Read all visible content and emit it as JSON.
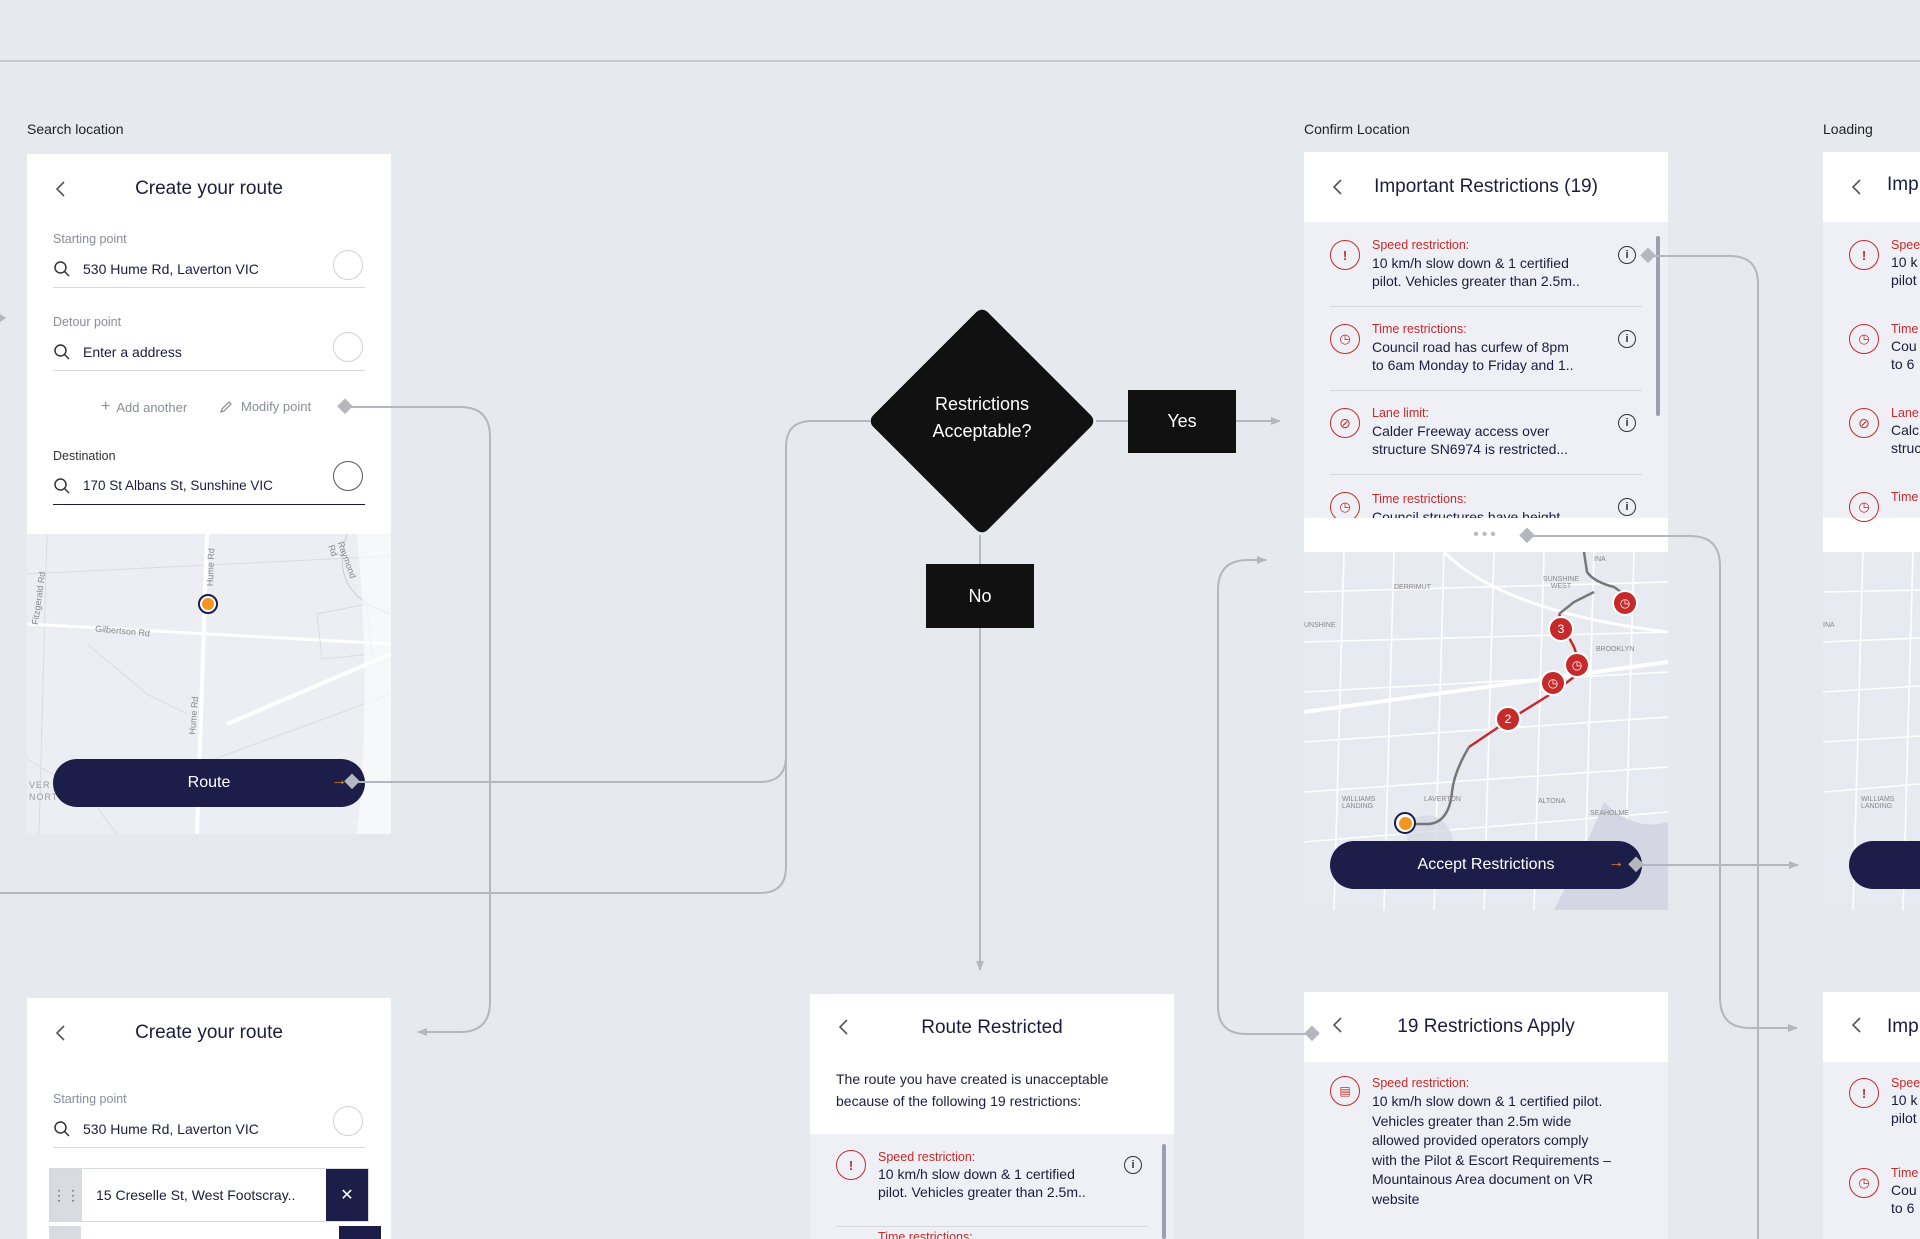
{
  "frames": {
    "search": "Search location",
    "confirm": "Confirm Location",
    "loading": "Loading"
  },
  "card1": {
    "title": "Create your route",
    "start_label": "Starting point",
    "start_value": "530 Hume Rd, Laverton VIC",
    "detour_label": "Detour point",
    "detour_placeholder": "Enter a address",
    "add_another": "Add another",
    "modify_point": "Modify point",
    "dest_label": "Destination",
    "dest_value": "170 St Albans St, Sunshine VIC",
    "route_button": "Route",
    "map_labels": [
      "Fitzgerald Rd",
      "Hume Rd",
      "Gilbertson Rd",
      "Hume Rd",
      "Raymond Rd",
      "VER",
      "NORT"
    ]
  },
  "decision": {
    "question": "Restrictions Acceptable?",
    "yes": "Yes",
    "no": "No"
  },
  "card_restrictions": {
    "title": "Important Restrictions (19)",
    "items": [
      {
        "type": "Speed restriction:",
        "line1": "10 km/h slow down & 1 certified",
        "line2": "pilot. Vehicles greater than 2.5m.."
      },
      {
        "type": "Time restrictions:",
        "line1": "Council road has curfew of 8pm",
        "line2": "to 6am Monday to Friday and 1.."
      },
      {
        "type": "Lane limit:",
        "line1": "Calder Freeway access over",
        "line2": "structure SN6974 is restricted..."
      },
      {
        "type": "Time restrictions:",
        "line1": "Council structures have height",
        "line2": ""
      }
    ],
    "accept_button": "Accept Restrictions",
    "markers": [
      "3",
      "2"
    ],
    "map_labels": [
      "SUNSHINE WEST",
      "DERRIMUT",
      "BROOKLYN",
      "ALTONA",
      "WILLIAMS LANDING",
      "LAVERTON",
      "SEAHOLME",
      "UNSHINE",
      "INA"
    ]
  },
  "card_loading": {
    "title": "Imp",
    "items": [
      {
        "type": "Spee",
        "line1": "10 k",
        "line2": "pilot"
      },
      {
        "type": "Time",
        "line1": "Cou",
        "line2": "to 6"
      },
      {
        "type": "Lane",
        "line1": "Calc",
        "line2": "struc"
      },
      {
        "type": "Time",
        "line1": "",
        "line2": ""
      }
    ],
    "map_label": "WILLIAMS LANDING",
    "map_label2": "INA"
  },
  "card_restricted": {
    "title": "Route Restricted",
    "body1": "The route you have created is unacceptable",
    "body2": "because of the following 19 restrictions:",
    "item": {
      "type": "Speed restriction:",
      "line1": "10 km/h slow down & 1 certified",
      "line2": "pilot. Vehicles greater than 2.5m.."
    },
    "item2_type": "Time restrictions:"
  },
  "card_apply": {
    "title": "19 Restrictions Apply",
    "type": "Speed restriction:",
    "lines": [
      "10 km/h slow down & 1 certified pilot.",
      "Vehicles greater than 2.5m wide",
      "allowed provided operators comply",
      "with the Pilot & Escort Requirements –",
      "Mountainous Area document on VR",
      "website"
    ]
  },
  "card_loading2": {
    "title": "Imp",
    "items": [
      {
        "type": "Spee",
        "line1": "10 k",
        "line2": "pilot"
      },
      {
        "type": "Time",
        "line1": "Cou",
        "line2": "to 6"
      }
    ]
  },
  "card2": {
    "title": "Create your route",
    "start_label": "Starting point",
    "start_value": "530 Hume Rd, Laverton VIC",
    "detour_value": "15 Creselle St, West Footscray.."
  },
  "colors": {
    "navy": "#1c1d49",
    "accent": "#f7941d",
    "restriction_red": "#c62a2a",
    "connector": "#b4b7bd",
    "background": "#e6e9ee"
  }
}
